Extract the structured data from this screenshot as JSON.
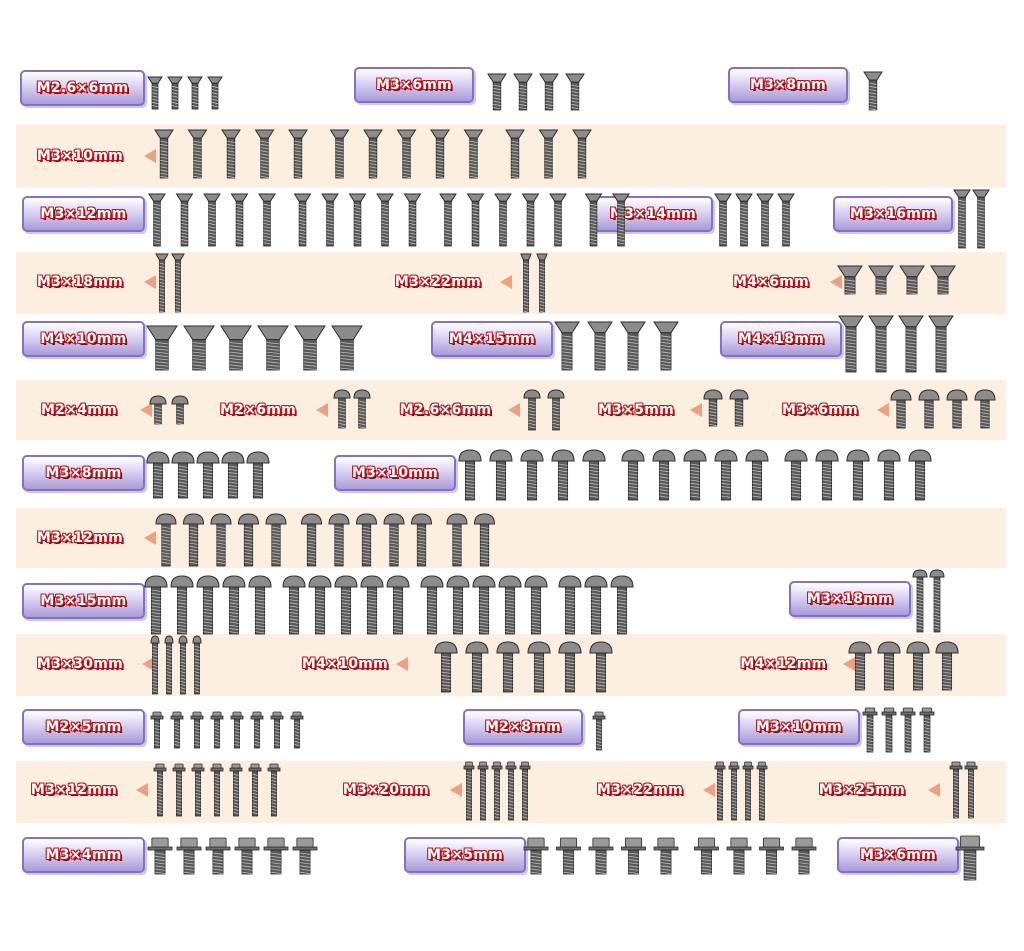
{
  "bands": [
    {
      "name": "band-row-2"
    },
    {
      "name": "band-row-4"
    },
    {
      "name": "band-row-6"
    },
    {
      "name": "band-row-8"
    },
    {
      "name": "band-row-10"
    },
    {
      "name": "band-row-12"
    }
  ],
  "labels": [
    {
      "text": "M2.6×6mm",
      "style": "box"
    },
    {
      "text": "M3×6mm",
      "style": "box"
    },
    {
      "text": "M3×8mm",
      "style": "box"
    },
    {
      "text": "M3×10mm",
      "style": "plain"
    },
    {
      "text": "M3×12mm",
      "style": "box"
    },
    {
      "text": "M3×14mm",
      "style": "box"
    },
    {
      "text": "M3×16mm",
      "style": "box"
    },
    {
      "text": "M3×18mm",
      "style": "plain"
    },
    {
      "text": "M3×22mm",
      "style": "plain"
    },
    {
      "text": "M4×6mm",
      "style": "plain"
    },
    {
      "text": "M4×10mm",
      "style": "box"
    },
    {
      "text": "M4×15mm",
      "style": "box"
    },
    {
      "text": "M4×18mm",
      "style": "box"
    },
    {
      "text": "M2×4mm",
      "style": "plain"
    },
    {
      "text": "M2×6mm",
      "style": "plain"
    },
    {
      "text": "M2.6×6mm",
      "style": "plain"
    },
    {
      "text": "M3×5mm",
      "style": "plain"
    },
    {
      "text": "M3×6mm",
      "style": "plain"
    },
    {
      "text": "M3×8mm",
      "style": "box"
    },
    {
      "text": "M3×10mm",
      "style": "box"
    },
    {
      "text": "M3×12mm",
      "style": "plain"
    },
    {
      "text": "M3×15mm",
      "style": "box"
    },
    {
      "text": "M3×18mm",
      "style": "box"
    },
    {
      "text": "M3×30mm",
      "style": "plain"
    },
    {
      "text": "M4×10mm",
      "style": "plain"
    },
    {
      "text": "M4×12mm",
      "style": "plain"
    },
    {
      "text": "M2×5mm",
      "style": "box"
    },
    {
      "text": "M2×8mm",
      "style": "box"
    },
    {
      "text": "M3×10mm",
      "style": "box"
    },
    {
      "text": "M3×12mm",
      "style": "plain"
    },
    {
      "text": "M3×20mm",
      "style": "plain"
    },
    {
      "text": "M3×22mm",
      "style": "plain"
    },
    {
      "text": "M3×25mm",
      "style": "plain"
    },
    {
      "text": "M3×4mm",
      "style": "box"
    },
    {
      "text": "M3×5mm",
      "style": "box"
    },
    {
      "text": "M3×6mm",
      "style": "box"
    }
  ],
  "screw_groups": [
    {
      "kind": "countersunk",
      "count": 4,
      "length_mm": 6
    },
    {
      "kind": "countersunk",
      "count": 4,
      "length_mm": 6
    },
    {
      "kind": "countersunk",
      "count": 1,
      "length_mm": 8
    },
    {
      "kind": "countersunk",
      "count": 13,
      "length_mm": 10
    },
    {
      "kind": "countersunk",
      "count": 17,
      "length_mm": 12
    },
    {
      "kind": "countersunk",
      "count": 4,
      "length_mm": 14
    },
    {
      "kind": "countersunk",
      "count": 2,
      "length_mm": 16
    },
    {
      "kind": "countersunk",
      "count": 2,
      "length_mm": 18
    },
    {
      "kind": "countersunk",
      "count": 2,
      "length_mm": 22
    },
    {
      "kind": "countersunk",
      "count": 4,
      "length_mm": 6
    },
    {
      "kind": "countersunk",
      "count": 6,
      "length_mm": 10
    },
    {
      "kind": "countersunk",
      "count": 4,
      "length_mm": 15
    },
    {
      "kind": "countersunk",
      "count": 4,
      "length_mm": 18
    },
    {
      "kind": "button",
      "count": 2,
      "length_mm": 4
    },
    {
      "kind": "button",
      "count": 2,
      "length_mm": 6
    },
    {
      "kind": "button",
      "count": 2,
      "length_mm": 6
    },
    {
      "kind": "button",
      "count": 2,
      "length_mm": 5
    },
    {
      "kind": "button",
      "count": 4,
      "length_mm": 6
    },
    {
      "kind": "button",
      "count": 5,
      "length_mm": 8
    },
    {
      "kind": "button",
      "count": 15,
      "length_mm": 10
    },
    {
      "kind": "button",
      "count": 12,
      "length_mm": 12
    },
    {
      "kind": "button",
      "count": 18,
      "length_mm": 15
    },
    {
      "kind": "button",
      "count": 2,
      "length_mm": 18
    },
    {
      "kind": "button",
      "count": 4,
      "length_mm": 30
    },
    {
      "kind": "button",
      "count": 6,
      "length_mm": 10
    },
    {
      "kind": "button",
      "count": 4,
      "length_mm": 12
    },
    {
      "kind": "flange",
      "count": 8,
      "length_mm": 5
    },
    {
      "kind": "flange",
      "count": 1,
      "length_mm": 8
    },
    {
      "kind": "flange",
      "count": 4,
      "length_mm": 10
    },
    {
      "kind": "flange",
      "count": 7,
      "length_mm": 12
    },
    {
      "kind": "flange",
      "count": 5,
      "length_mm": 20
    },
    {
      "kind": "flange",
      "count": 4,
      "length_mm": 22
    },
    {
      "kind": "flange",
      "count": 2,
      "length_mm": 25
    },
    {
      "kind": "flange",
      "count": 6,
      "length_mm": 4
    },
    {
      "kind": "flange",
      "count": 9,
      "length_mm": 5
    },
    {
      "kind": "flange",
      "count": 1,
      "length_mm": 6
    }
  ],
  "colors": {
    "band": "#fdefdf",
    "label_border": "#8570c8",
    "label_text": "#ffffff",
    "label_outline": "#c4121a",
    "arrow": "#f0a07e",
    "screw_metal": "#5a5a5a"
  }
}
